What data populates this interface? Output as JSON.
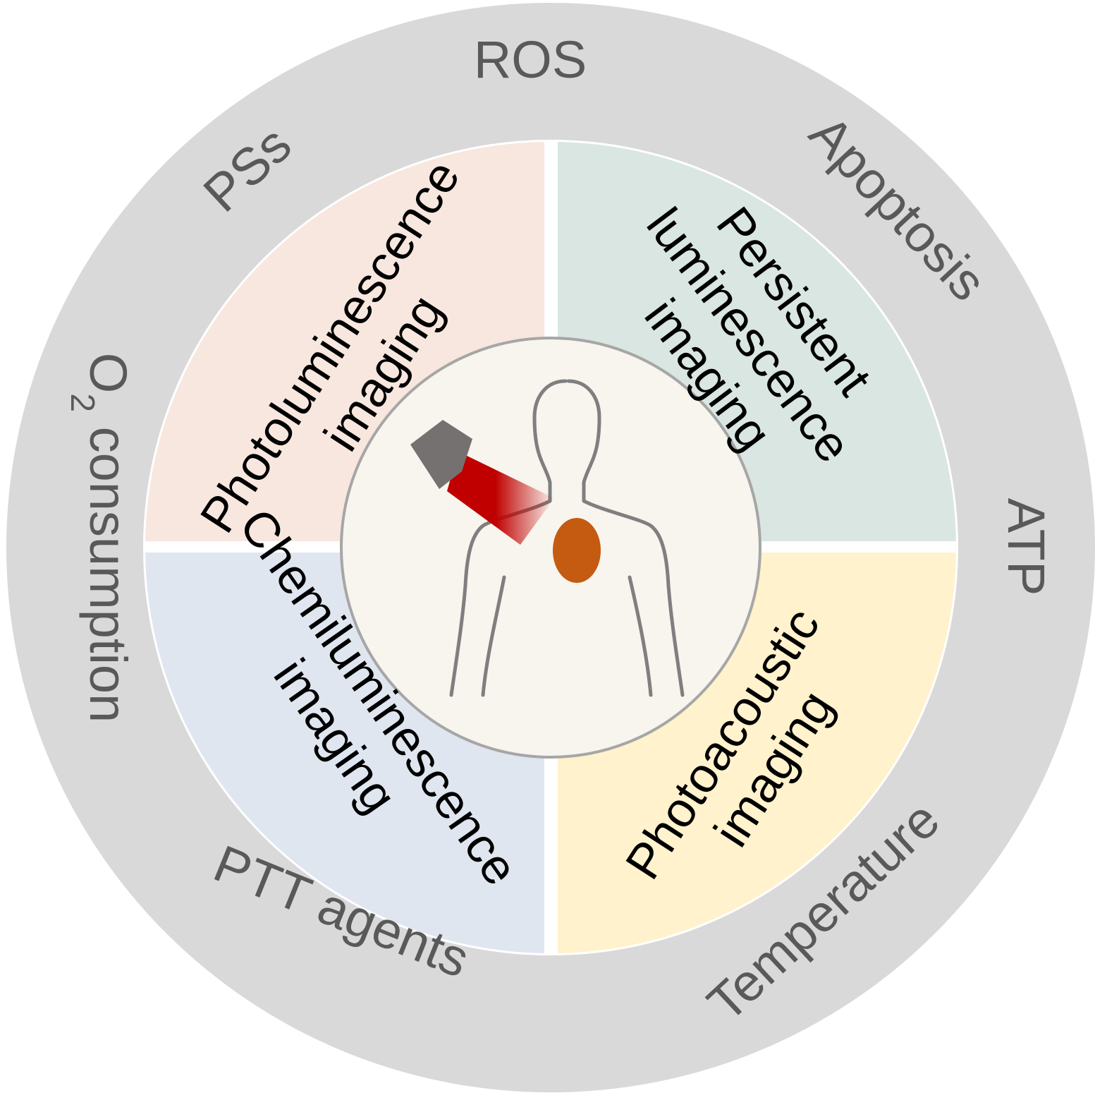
{
  "outer_ring": {
    "labels": {
      "ros": "ROS",
      "apoptosis": "Apoptosis",
      "atp": "ATP",
      "temperature": "Temperature",
      "ptt_agents": "PTT agents",
      "o2_prefix": "O",
      "o2_subscript": "2",
      "o2_suffix": " consumption",
      "pss": "PSs"
    }
  },
  "quadrants": {
    "top_left": {
      "line1": "Photoluminescence",
      "line2": "imaging"
    },
    "top_right": {
      "line1": "Persistent",
      "line2": "luminescence",
      "line3": "imaging"
    },
    "bottom_left": {
      "line1": "Chemiluminescence",
      "line2": "imaging"
    },
    "bottom_right": {
      "line1": "Photoacoustic",
      "line2": "imaging"
    }
  },
  "center": {
    "icons": [
      "human-body-icon",
      "light-source-icon",
      "light-beam-icon",
      "tumor-icon"
    ]
  },
  "colors": {
    "outer_ring": "#d9d9d9",
    "photoluminescence": "#f8e7df",
    "persistent": "#d9e6e2",
    "chemiluminescence": "#e0e6f0",
    "photoacoustic": "#fff2cc",
    "center_disk": "#f8f4ee",
    "tumor": "#c55a11",
    "beam": "#c00000",
    "source": "#767171"
  }
}
